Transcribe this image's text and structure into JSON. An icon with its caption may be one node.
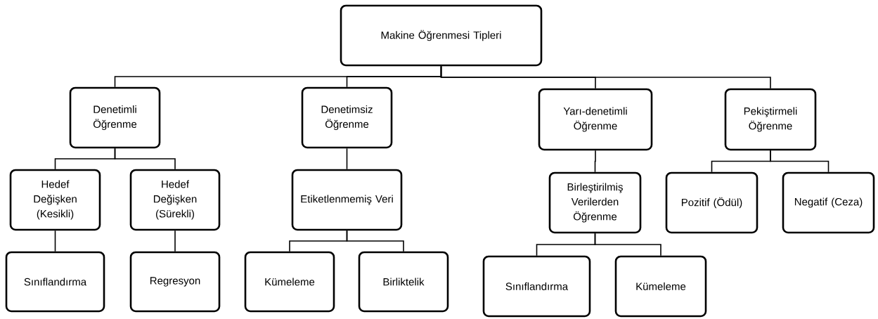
{
  "diagram": {
    "nodes": [
      {
        "text": [
          "Makine Öğrenmesi Tipleri"
        ]
      },
      {
        "text": [
          "Denetimli Öğrenme"
        ]
      },
      {
        "text": [
          "Denetimsiz Öğrenme"
        ]
      },
      {
        "text": [
          "Yarı-denetimli Öğrenme"
        ]
      },
      {
        "text": [
          "Pekiştirmeli Öğrenme"
        ]
      },
      {
        "text": [
          "Hedef Değişken (Kesikli)"
        ]
      },
      {
        "text": [
          "Hedef Değişken (Sürekli)"
        ]
      },
      {
        "text": [
          "Etiketlenmemiş Veri"
        ]
      },
      {
        "text": [
          "Birleştirilmiş Verilerden Öğrenme"
        ]
      },
      {
        "text": [
          "Pozitif (Ödül)"
        ]
      },
      {
        "text": [
          "Negatif (Ceza)"
        ]
      },
      {
        "text": [
          "Sınıflandırma"
        ]
      },
      {
        "text": [
          "Regresyon"
        ]
      },
      {
        "text": [
          "Kümeleme"
        ]
      },
      {
        "text": [
          "Birliktelik"
        ]
      },
      {
        "text": [
          "Sınıflandırma"
        ]
      },
      {
        "text": [
          "Kümeleme"
        ]
      }
    ],
    "edges": [
      {
        "from": 0,
        "to": 1,
        "arrow": "none"
      },
      {
        "from": 0,
        "to": 2,
        "arrow": "none"
      },
      {
        "from": 0,
        "to": 3,
        "arrow": "none"
      },
      {
        "from": 0,
        "to": 4,
        "arrow": "none"
      },
      {
        "from": 1,
        "to": 5,
        "arrow": "none"
      },
      {
        "from": 1,
        "to": 6,
        "arrow": "none"
      },
      {
        "from": 2,
        "to": 7,
        "arrow": "none"
      },
      {
        "from": 3,
        "to": 8,
        "arrow": "none"
      },
      {
        "from": 4,
        "to": 9,
        "arrow": "none"
      },
      {
        "from": 4,
        "to": 10,
        "arrow": "none"
      },
      {
        "from": 5,
        "to": 11,
        "arrow": "none"
      },
      {
        "from": 6,
        "to": 12,
        "arrow": "none"
      },
      {
        "from": 7,
        "to": 13,
        "arrow": "none"
      },
      {
        "from": 7,
        "to": 14,
        "arrow": "none"
      },
      {
        "from": 8,
        "to": 15,
        "arrow": "none"
      },
      {
        "from": 8,
        "to": 16,
        "arrow": "none"
      }
    ]
  }
}
